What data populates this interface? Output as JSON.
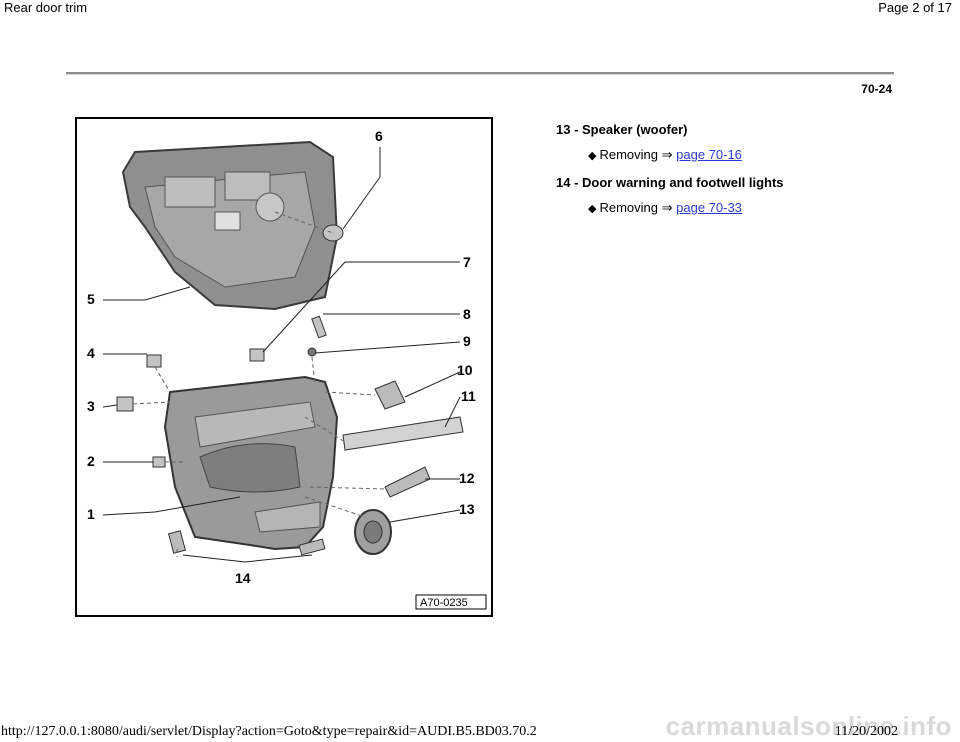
{
  "header": {
    "title": "Rear door trim",
    "page_label": "Page 2 of 17"
  },
  "page_number": "70-24",
  "figure": {
    "callouts": [
      "1",
      "2",
      "3",
      "4",
      "5",
      "6",
      "7",
      "8",
      "9",
      "10",
      "11",
      "12",
      "13",
      "14"
    ],
    "ref_code": "A70-0235"
  },
  "items": [
    {
      "title": "13 - Speaker (woofer)",
      "sub_text": "Removing ⇒ ",
      "link": "page 70-16"
    },
    {
      "title": "14 - Door warning and footwell lights",
      "sub_text": "Removing ⇒ ",
      "link": "page 70-33"
    }
  ],
  "footer": {
    "url": "http://127.0.0.1:8080/audi/servlet/Display?action=Goto&type=repair&id=AUDI.B5.BD03.70.2",
    "date": "11/20/2002",
    "watermark": "carmanualsonline.info"
  },
  "colors": {
    "link": "#2b3cd6",
    "rule": "#8c8c8c",
    "watermark": "#d9d9d9"
  }
}
